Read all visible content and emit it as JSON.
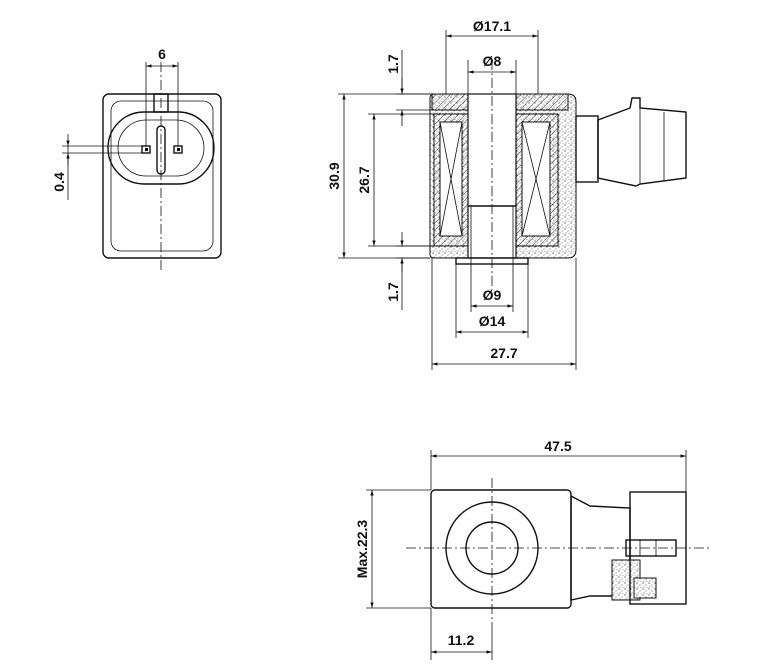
{
  "drawing": {
    "dimensions": {
      "pin_spacing": "6",
      "pin_thickness": "0.4",
      "outer_dia": "Ø17.1",
      "inner_dia_top": "Ø8",
      "top_wall": "1.7",
      "total_height": "30.9",
      "inner_height": "26.7",
      "bottom_wall": "1.7",
      "bore_bottom": "Ø9",
      "boss_dia": "Ø14",
      "body_width": "27.7",
      "overall_length": "47.5",
      "max_height": "Max.22.3",
      "center_offset": "11.2"
    },
    "colors": {
      "line": "#111111",
      "background": "#ffffff"
    }
  }
}
